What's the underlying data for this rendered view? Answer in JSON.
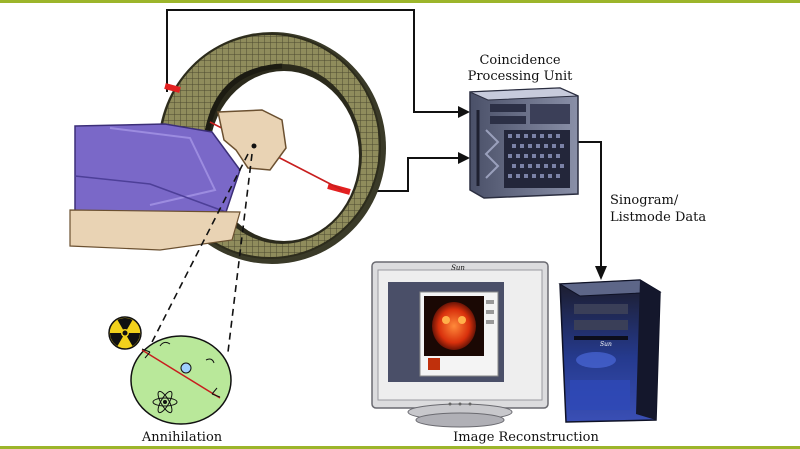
{
  "labels": {
    "coincidence_line1": "Coincidence",
    "coincidence_line2": "Processing Unit",
    "sinogram_line1": "Sinogram/",
    "sinogram_line2": "Listmode Data",
    "annihilation": "Annihilation",
    "image_reconstruction": "Image Reconstruction",
    "monitor_brand": "Sun",
    "tower_brand": "Sun"
  },
  "colors": {
    "border": "#9cb52a",
    "background": "#ffffff",
    "detector_ring": "#8a8a5a",
    "detector_ring_dark": "#3a3a2a",
    "hit_marker": "#e32020",
    "gamma_ray": "#c81e1e",
    "arm": "#7a68c8",
    "skin": "#e9d3b4",
    "annihilation_bubble": "#b9e89a",
    "radiation_symbol": "#f2d21c",
    "pet_image": "#e23a12",
    "tower_blue": "#2a3e9a"
  },
  "icons": {
    "radiation": "radiation-trefoil-icon",
    "atom": "atom-icon"
  }
}
